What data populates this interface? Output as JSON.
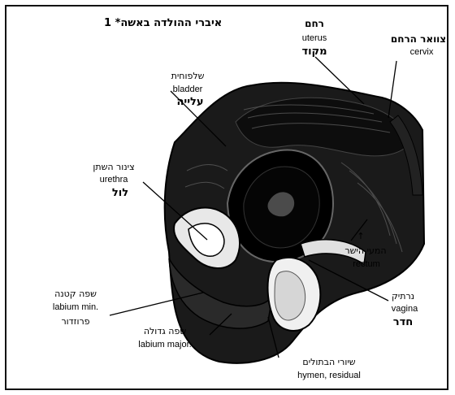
{
  "figure": {
    "number": "1",
    "title": "איברי ההולדה באשה*"
  },
  "labels": {
    "uterus": {
      "he": "רחם",
      "en": "uterus",
      "he2": "מקוד"
    },
    "cervix": {
      "he": "צוואר הרחם",
      "en": "cervix"
    },
    "bladder": {
      "he": "שלפוחית",
      "en": "bladder",
      "he2": "עלייה"
    },
    "urethra": {
      "he": "צינור השתן",
      "en": "urethra",
      "he2": "לול"
    },
    "rectum": {
      "he": "המעי הישר",
      "en": "rectum",
      "arrow": "↑"
    },
    "labium_minor": {
      "he": "שפה קטנה",
      "en": "labium min.",
      "he2": "פרוזדור"
    },
    "labium_major": {
      "he": "שפה גדולה",
      "en": "labium major."
    },
    "vagina": {
      "he": "נרתיק",
      "en": "vagina",
      "he2": "חדר"
    },
    "hymen": {
      "he": "שיורי הבתולים",
      "en": "hymen, residual"
    }
  }
}
